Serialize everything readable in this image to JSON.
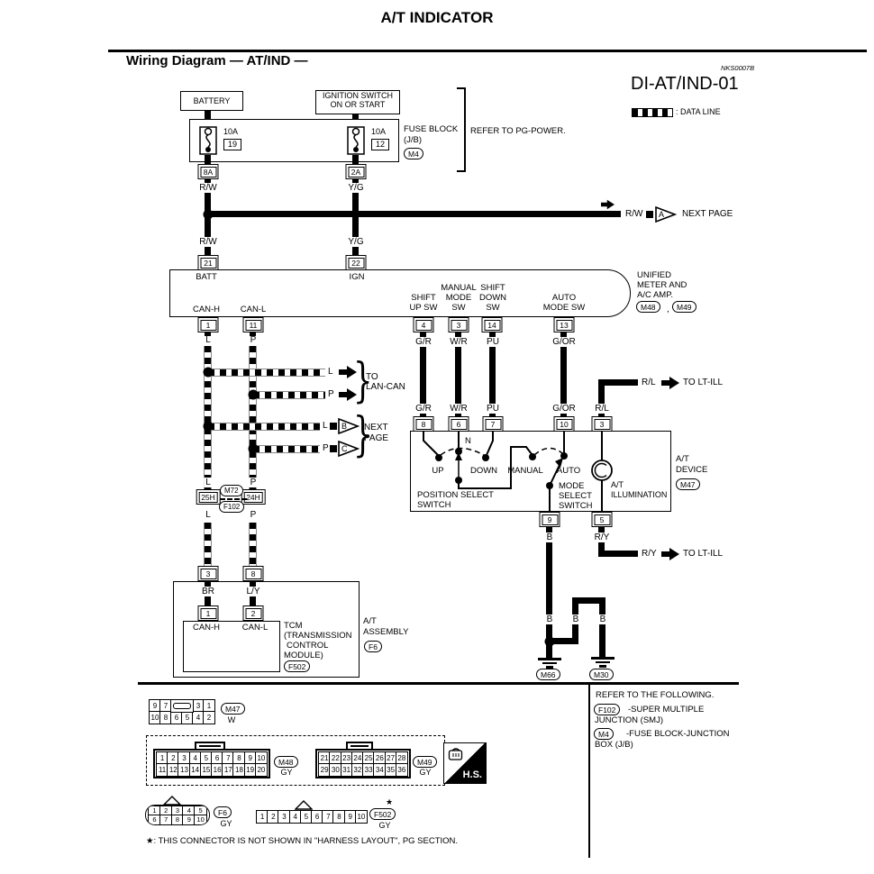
{
  "page": {
    "title": "A/T INDICATOR",
    "section_title": "Wiring Diagram — AT/IND —",
    "doc_code": "NKS0007B",
    "diagram_id": "DI-AT/IND-01",
    "legend_label": ": DATA LINE"
  },
  "power": {
    "battery": "BATTERY",
    "ignition1": "IGNITION SWITCH",
    "ignition2": "ON OR START",
    "fuse1_amp": "10A",
    "fuse1_no": "19",
    "fuse2_amp": "10A",
    "fuse2_no": "12",
    "fuse_block1": "FUSE BLOCK",
    "fuse_block2": "(J/B)",
    "fuse_block_conn": "M4",
    "refer": "REFER TO PG-POWER.",
    "term_8a": "8A",
    "term_2a": "2A",
    "rw_upper": "R/W",
    "yg_upper": "Y/G",
    "rw_lower": "R/W",
    "yg_lower": "Y/G",
    "next_wire": "R/W",
    "next_tri": "A",
    "next_label": "NEXT PAGE"
  },
  "meter": {
    "term_21": "21",
    "term_22": "22",
    "batt": "BATT",
    "ign": "IGN",
    "name1": "UNIFIED",
    "name2": "METER AND",
    "name3": "A/C AMP.",
    "conn1": "M48",
    "conn_sep": ",",
    "conn2": "M49",
    "can_h": "CAN-H",
    "can_l": "CAN-L",
    "sw_up1": "SHIFT",
    "sw_up2": "UP SW",
    "sw_man1": "MANUAL",
    "sw_man2": "MODE",
    "sw_man3": "SW",
    "sw_dn1": "SHIFT",
    "sw_dn2": "DOWN",
    "sw_dn3": "SW",
    "sw_auto1": "AUTO",
    "sw_auto2": "MODE SW",
    "term_1": "1",
    "term_11": "11",
    "term_4": "4",
    "term_3": "3",
    "term_14": "14",
    "term_13": "13"
  },
  "can": {
    "l_top": "L",
    "p_top": "P",
    "lan_l": "L",
    "lan_p": "P",
    "lan_to1": "TO",
    "lan_to2": "LAN-CAN",
    "np_l": "L",
    "np_p": "P",
    "np_tri_b": "B",
    "np_tri_c": "C",
    "np1": "NEXT",
    "np2": "PAGE",
    "l_mid": "L",
    "p_mid": "P",
    "term_25h": "25H",
    "term_24h": "24H",
    "conn_m72": "M72",
    "conn_f102": "F102",
    "l_low": "L",
    "p_low": "P"
  },
  "branch": {
    "gr_top": "G/R",
    "wr_top": "W/R",
    "pu_top": "PU",
    "gor_top": "G/OR",
    "gr_bot": "G/R",
    "wr_bot": "W/R",
    "pu_bot": "PU",
    "gor_bot": "G/OR",
    "rl_bot": "R/L",
    "rl_label": "R/L",
    "rl_to": "TO LT-ILL"
  },
  "device": {
    "term_8": "8",
    "term_6": "6",
    "term_7": "7",
    "term_10": "10",
    "term_3": "3",
    "n": "N",
    "up": "UP",
    "down": "DOWN",
    "manual": "MANUAL",
    "auto": "AUTO",
    "pos1": "POSITION SELECT",
    "pos2": "SWITCH",
    "mode1": "MODE",
    "mode2": "SELECT",
    "mode3": "SWITCH",
    "ill1": "A/T",
    "ill2": "ILLUMINATION",
    "name1": "A/T",
    "name2": "DEVICE",
    "conn": "M47",
    "term_9": "9",
    "term_5": "5"
  },
  "ground": {
    "b_top": "B",
    "ry_top": "R/Y",
    "ry_label": "R/Y",
    "ry_to": "TO LT-ILL",
    "b_left": "B",
    "b_mid": "B",
    "b_right": "B",
    "conn_left": "M66",
    "conn_right": "M30"
  },
  "tcm": {
    "term_3": "3",
    "term_8": "8",
    "br": "BR",
    "ly": "L/Y",
    "term_1": "1",
    "term_2": "2",
    "can_h": "CAN-H",
    "can_l": "CAN-L",
    "name1": "TCM",
    "name2": "(TRANSMISSION",
    "name3": "CONTROL",
    "name4": "MODULE)",
    "conn": "F502",
    "assy1": "A/T",
    "assy2": "ASSEMBLY",
    "assy_conn": "F6"
  },
  "connectors": {
    "m47": {
      "top": [
        "9",
        "7",
        "",
        "3",
        "1"
      ],
      "bottom": [
        "10",
        "8",
        "6",
        "5",
        "4",
        "2"
      ],
      "label": "M47",
      "color": "W"
    },
    "m48": {
      "row1": [
        "1",
        "2",
        "3",
        "4",
        "5",
        "6",
        "7",
        "8",
        "9",
        "10"
      ],
      "row2": [
        "11",
        "12",
        "13",
        "14",
        "15",
        "16",
        "17",
        "18",
        "19",
        "20"
      ],
      "label": "M48",
      "color": "GY"
    },
    "m49": {
      "row1": [
        "21",
        "22",
        "23",
        "24",
        "25",
        "26",
        "27",
        "28"
      ],
      "row2": [
        "29",
        "30",
        "31",
        "32",
        "33",
        "34",
        "35",
        "36"
      ],
      "label": "M49",
      "color": "GY"
    },
    "f6": {
      "row1": [
        "1",
        "2",
        "3",
        "4",
        "5"
      ],
      "row2": [
        "6",
        "7",
        "8",
        "9",
        "10"
      ],
      "label": "F6",
      "color": "GY"
    },
    "f502": {
      "row": [
        "1",
        "2",
        "3",
        "4",
        "5",
        "6",
        "7",
        "8",
        "9",
        "10"
      ],
      "label": "F502",
      "color": "GY",
      "star": "★"
    },
    "hs": "H.S."
  },
  "refer_panel": {
    "title": "REFER TO THE FOLLOWING.",
    "item1_conn": "F102",
    "item1a": "-SUPER MULTIPLE",
    "item1b": "JUNCTION (SMJ)",
    "item2_conn": "M4",
    "item2a": "-FUSE BLOCK-JUNCTION",
    "item2b": "BOX (J/B)"
  },
  "footnote": "★: THIS CONNECTOR IS NOT SHOWN IN \"HARNESS LAYOUT\", PG SECTION."
}
